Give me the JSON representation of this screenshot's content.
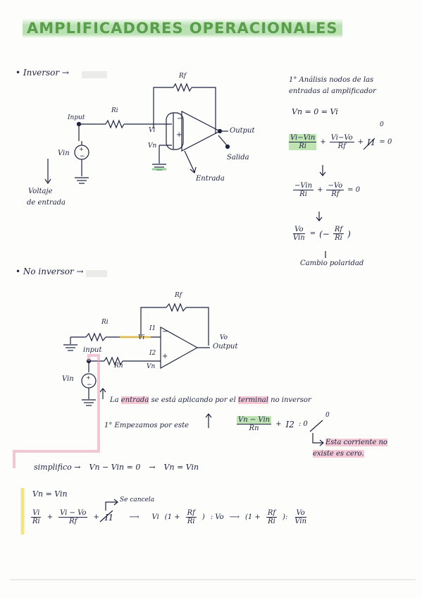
{
  "title": "AMPLIFICADORES OPERACIONALES",
  "inversor": {
    "heading": "• Inversor →",
    "labels": {
      "rf": "Rf",
      "ri": "Ri",
      "input": "Input",
      "vi": "Vi",
      "vn": "Vn",
      "minus": "−",
      "plus": "+",
      "output": "Output",
      "salida": "Salida",
      "entrada": "Entrada",
      "vin": "Vin",
      "voltaje1": "Voltaje",
      "voltaje2": "de entrada"
    },
    "analysis": {
      "line1": "1° Análisis nodos de las",
      "line2": "entradas al amplificador",
      "eq1": "Vn = 0 = Vi",
      "zero_mark": "0",
      "frac1_num": "Vi−Vin",
      "frac1_den": "Ri",
      "frac2_num": "Vi−Vo",
      "frac2_den": "Rf",
      "plus": "+",
      "current": "I1",
      "eq_zero": "= 0",
      "arrow": "↓",
      "frac3_num": "−Vin",
      "frac3_den": "Ri",
      "frac4_num": "−Vo",
      "frac4_den": "Rf",
      "frac5_num": "Vo",
      "frac5_den": "Vin",
      "eq_sign": "=",
      "frac6_num": "Rf",
      "frac6_den": "Ri",
      "paren_open": "(−",
      "paren_close": ")",
      "cambio": "Cambio polaridad"
    }
  },
  "no_inversor": {
    "heading": "• No inversor →",
    "labels": {
      "rf": "Rf",
      "ri": "Ri",
      "i1": "I1",
      "i2": "I2",
      "vi": "Vi",
      "vo": "Vo",
      "output": "Output",
      "input": "input",
      "rn": "Rn",
      "vn": "Vn",
      "vin": "Vin",
      "minus": "−",
      "plus": "+"
    },
    "note": {
      "pre": "La",
      "entrada": "entrada",
      "mid": "se está aplicando por el",
      "terminal": "terminal",
      "post": "no inversor"
    },
    "step1": "1° Empezamos por este",
    "frac_num": "Vn − Vin",
    "frac_den": "Rn",
    "plus": "+",
    "current": "I2",
    "eq_zero": ": 0",
    "zero_mark": "0",
    "corriente1": "Esta corriente no",
    "corriente2": "existe es cero.",
    "simplifico": "simplifico →",
    "simp_eq1": "Vn − Vin = 0",
    "simp_arrow": "→",
    "simp_eq2": "Vn = Vin",
    "final": {
      "line1": "Vn = Vin",
      "se_cancela": "Se cancela",
      "frac1_num": "Vi",
      "frac1_den": "Ri",
      "frac2_num": "Vi − Vo",
      "frac2_den": "Rf",
      "plus": "+",
      "current": "I1",
      "arrow": "⟶",
      "expr_pre": "Vi",
      "expr_paren_open": "(1 +",
      "frac3_num": "Rf",
      "frac3_den": "Ri",
      "expr_paren_close": ")",
      "expr_eq": ": Vo",
      "paren2_open": "(1 +",
      "frac4_num": "Rf",
      "frac4_den": "Ri",
      "paren2_close": "):",
      "frac5_num": "Vo",
      "frac5_den": "Vin"
    }
  }
}
